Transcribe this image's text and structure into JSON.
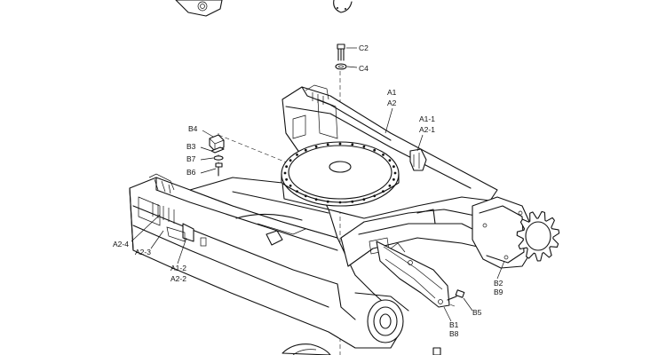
{
  "callouts": {
    "c2": "C2",
    "c4": "C4",
    "a1": "A1",
    "a2": "A2",
    "a1_1": "A1-1",
    "a2_1": "A2-1",
    "b4": "B4",
    "b3": "B3",
    "b7": "B7",
    "b6": "B6",
    "a2_4": "A2-4",
    "a2_3": "A2-3",
    "a1_2": "A1-2",
    "a2_2": "A2-2",
    "b2": "B2",
    "b9": "B9",
    "b5": "B5",
    "b1": "B1",
    "b8": "B8"
  }
}
